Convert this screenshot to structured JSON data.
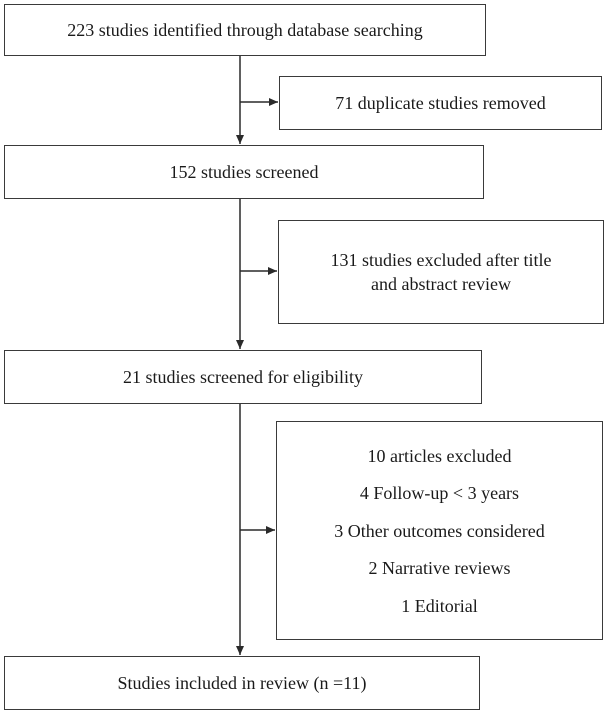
{
  "flow": {
    "identified": "223 studies identified through database searching",
    "duplicates_removed": "71 duplicate studies removed",
    "screened": "152 studies screened",
    "excluded_title_abstract": [
      "131 studies excluded after title",
      "and abstract review"
    ],
    "screened_eligibility": "21 studies screened for eligibility",
    "articles_excluded": {
      "heading": "10 articles excluded",
      "reasons": [
        "4 Follow-up < 3 years",
        "3 Other outcomes considered",
        "2 Narrative reviews",
        "1 Editorial"
      ]
    },
    "included": "Studies included in review (n =11)"
  }
}
